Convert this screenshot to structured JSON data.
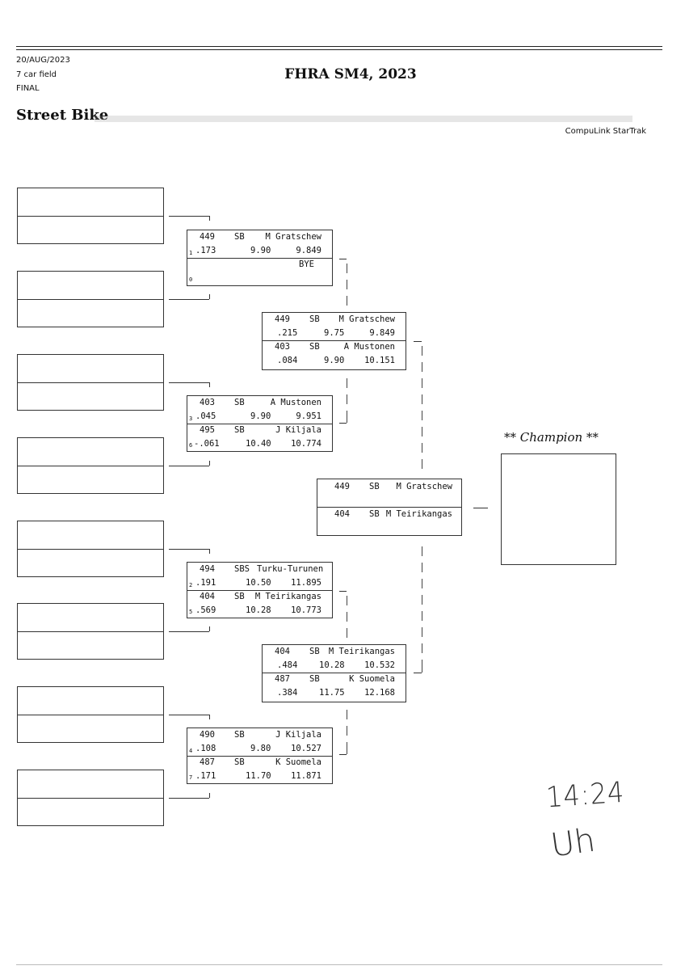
{
  "header": {
    "date": "20/AUG/2023",
    "field": "7 car field",
    "round": "FINAL",
    "event_title": "FHRA SM4, 2023",
    "class_name": "Street Bike",
    "software": "CompuLink StarTrak"
  },
  "round1": [
    {
      "top": {
        "lane": "1",
        "num": "449",
        "cls": "SB",
        "name": "M Gratschew",
        "rt": ".173",
        "dial": "9.90",
        "et": "9.849"
      },
      "bottom": {
        "lane": "0",
        "num": "",
        "cls": "",
        "name": "BYE",
        "rt": "",
        "dial": "",
        "et": ""
      }
    },
    {
      "top": {
        "lane": "3",
        "num": "403",
        "cls": "SB",
        "name": "A Mustonen",
        "rt": ".045",
        "dial": "9.90",
        "et": "9.951"
      },
      "bottom": {
        "lane": "6",
        "num": "495",
        "cls": "SB",
        "name": "J Kiljala",
        "rt": "-.061",
        "dial": "10.40",
        "et": "10.774"
      }
    },
    {
      "top": {
        "lane": "2",
        "num": "494",
        "cls": "SBS",
        "name": "Turku-Turunen",
        "rt": ".191",
        "dial": "10.50",
        "et": "11.895"
      },
      "bottom": {
        "lane": "5",
        "num": "404",
        "cls": "SB",
        "name": "M Teirikangas",
        "rt": ".569",
        "dial": "10.28",
        "et": "10.773"
      }
    },
    {
      "top": {
        "lane": "4",
        "num": "490",
        "cls": "SB",
        "name": "J Kiljala",
        "rt": ".108",
        "dial": "9.80",
        "et": "10.527"
      },
      "bottom": {
        "lane": "7",
        "num": "487",
        "cls": "SB",
        "name": "K Suomela",
        "rt": ".171",
        "dial": "11.70",
        "et": "11.871"
      }
    }
  ],
  "semis": [
    {
      "top": {
        "num": "449",
        "cls": "SB",
        "name": "M Gratschew",
        "rt": ".215",
        "dial": "9.75",
        "et": "9.849"
      },
      "bottom": {
        "num": "403",
        "cls": "SB",
        "name": "A Mustonen",
        "rt": ".084",
        "dial": "9.90",
        "et": "10.151"
      }
    },
    {
      "top": {
        "num": "404",
        "cls": "SB",
        "name": "M Teirikangas",
        "rt": ".484",
        "dial": "10.28",
        "et": "10.532"
      },
      "bottom": {
        "num": "487",
        "cls": "SB",
        "name": "K Suomela",
        "rt": ".384",
        "dial": "11.75",
        "et": "12.168"
      }
    }
  ],
  "final": {
    "top": {
      "num": "449",
      "cls": "SB",
      "name": "M Gratschew"
    },
    "bottom": {
      "num": "404",
      "cls": "SB",
      "name": "M Teirikangas"
    }
  },
  "champion_label": "** Champion **",
  "handwritten": {
    "time": "14:24",
    "initials": "Uh"
  }
}
